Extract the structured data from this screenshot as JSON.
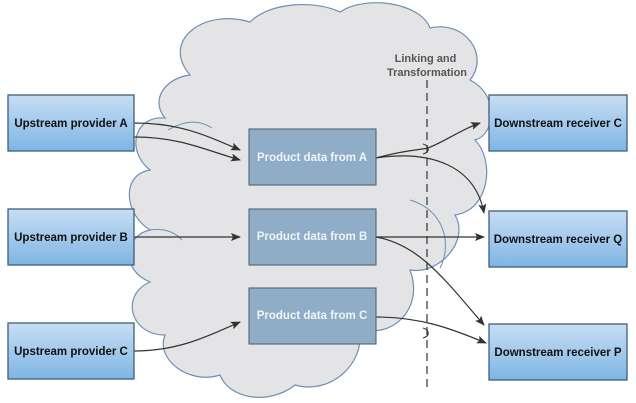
{
  "providers": [
    {
      "label": "Upstream provider A"
    },
    {
      "label": "Upstream provider B"
    },
    {
      "label": "Upstream provider C"
    }
  ],
  "product_boxes": [
    {
      "label": "Product data from A"
    },
    {
      "label": "Product data from B"
    },
    {
      "label": "Product data from C"
    }
  ],
  "receivers": [
    {
      "label": "Downstream receiver C"
    },
    {
      "label": "Downstream receiver Q"
    },
    {
      "label": "Downstream receiver P"
    }
  ],
  "linking_label": [
    "Linking and",
    "Transformation"
  ],
  "colors": {
    "node_fill_top": "#c7def4",
    "node_fill_bottom": "#7fb5e3",
    "node_stroke": "#3e5f7d",
    "inner_fill": "#8fadc6",
    "inner_stroke": "#4f6478",
    "cloud_fill": "#e4e4e6",
    "cloud_stroke": "#6f8fb3",
    "arrow": "#333333"
  }
}
